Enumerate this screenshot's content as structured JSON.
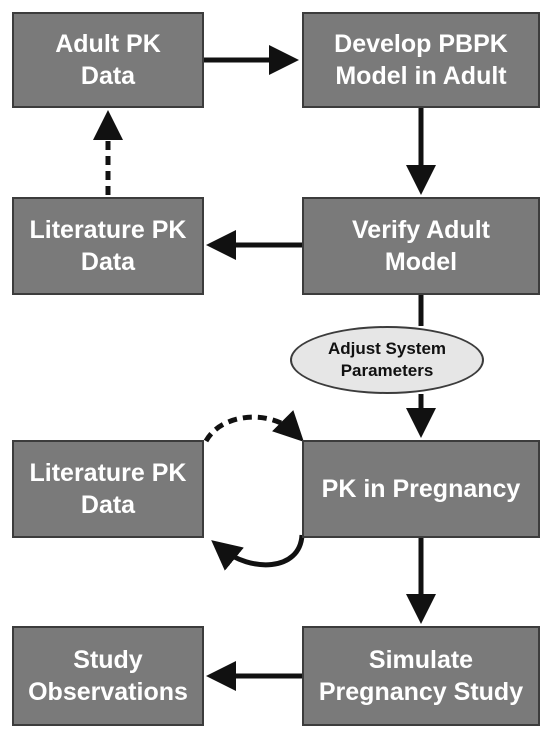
{
  "boxes": {
    "adult_pk": "Adult PK\nData",
    "develop_pbpk": "Develop PBPK\nModel in Adult",
    "literature_pk_1": "Literature PK\nData",
    "verify_adult": "Verify Adult\nModel",
    "literature_pk_2": "Literature PK\nData",
    "pk_pregnancy": "PK in Pregnancy",
    "study_observations": "Study\nObservations",
    "simulate_study": "Simulate\nPregnancy Study"
  },
  "adjust": {
    "label": "Adjust System\nParameters"
  },
  "colors": {
    "box_fill": "#7a7a7a",
    "box_border": "#3c3c3c",
    "box_text": "#ffffff",
    "ellipse_fill": "#e6e6e6",
    "arrow": "#111111"
  }
}
